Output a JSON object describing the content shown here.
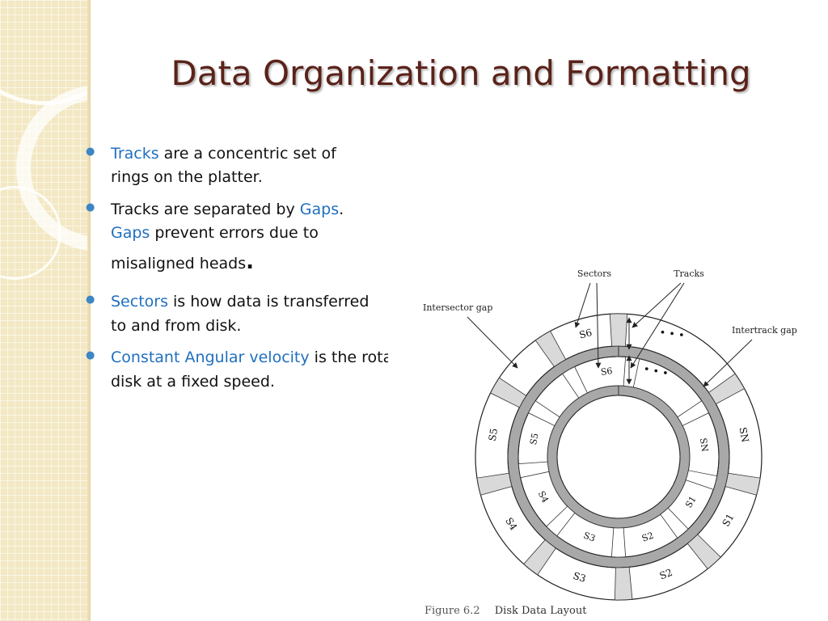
{
  "slide": {
    "title": "Data Organization and Formatting",
    "bullets": [
      {
        "lines": [
          [
            {
              "text": "Tracks",
              "hl": true
            },
            {
              "text": " are a concentric set of"
            }
          ],
          [
            {
              "text": "rings  on the platter."
            }
          ]
        ]
      },
      {
        "lines": [
          [
            {
              "text": "Tracks are separated by "
            },
            {
              "text": "Gaps",
              "hl": true
            },
            {
              "text": "."
            }
          ],
          [
            {
              "text": "Gaps",
              "hl": true
            },
            {
              "text": " prevent errors due to"
            }
          ],
          [
            {
              "text": "misaligned heads"
            },
            {
              "text": ".",
              "big": true
            }
          ]
        ]
      },
      {
        "lines": [
          [
            {
              "text": "Sectors",
              "hl": true
            },
            {
              "text": " is how data is transferred"
            }
          ],
          [
            {
              "text": "to and from disk."
            }
          ]
        ]
      },
      {
        "lines": [
          [
            {
              "text": "Constant Angular velocity",
              "hl": true
            },
            {
              "text": " is the rotation of the"
            }
          ],
          [
            {
              "text": "disk at a fixed speed."
            }
          ]
        ]
      }
    ]
  },
  "figure": {
    "labels": {
      "sectors": "Sectors",
      "tracks": "Tracks",
      "intersector_gap": "Intersector gap",
      "intertrack_gap": "Intertrack gap",
      "ellipsis": "• • •"
    },
    "outer_sectors": [
      "S6",
      "SN",
      "S1",
      "S2",
      "S3",
      "S4",
      "S5"
    ],
    "inner_sectors": [
      "S6",
      "SN",
      "S1",
      "S2",
      "S3",
      "S4",
      "S5"
    ],
    "caption_number": "Figure 6.2",
    "caption_text": "Disk Data Layout"
  },
  "colors": {
    "title": "#5a2219",
    "highlight": "#1f6fbf",
    "bullet": "#3d86c6",
    "sidebar": "#f3e8c4",
    "gap_fill": "#a8a8a8"
  }
}
